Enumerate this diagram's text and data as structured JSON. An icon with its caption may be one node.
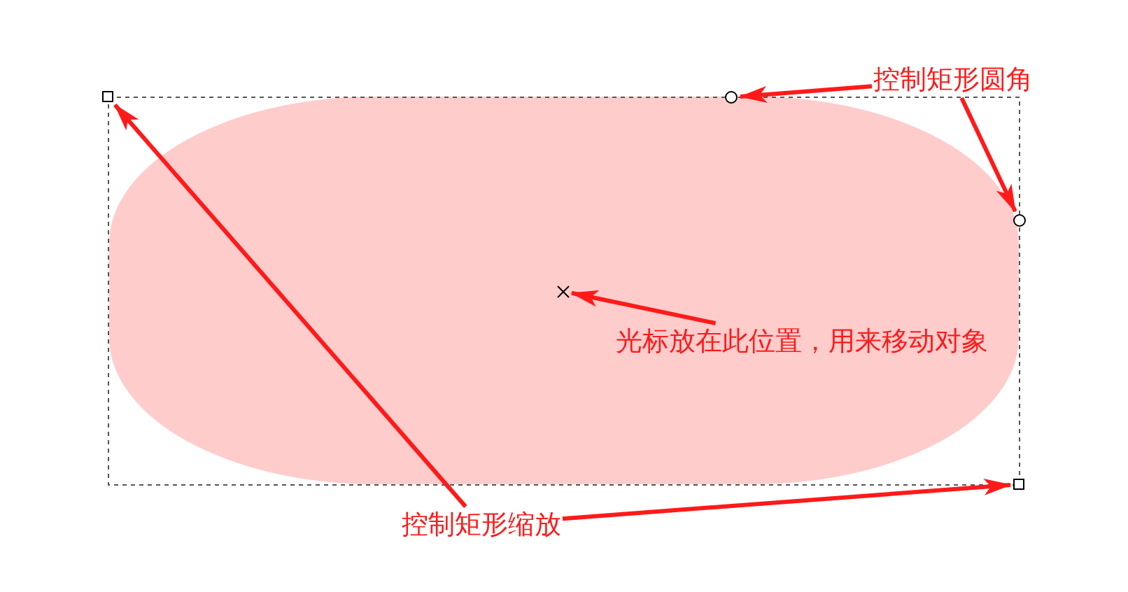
{
  "diagram": {
    "nodes": [
      {
        "text": [],
        "shape": "box"
      },
      {
        "text": [],
        "shape": "circle"
      },
      {
        "text": [
          "控制矩形圆角"
        ]
      },
      {
        "text": [],
        "shape": "circle"
      },
      {
        "text": [],
        "shape": "cross"
      },
      {
        "text": [
          "光标放在此位置，用来移动对象"
        ]
      },
      {
        "text": [],
        "shape": "box"
      },
      {
        "text": [
          "控制矩形缩放"
        ]
      }
    ],
    "edges": [
      {
        "from": 2,
        "to": 1,
        "arrow": "to"
      },
      {
        "from": 2,
        "to": 3,
        "arrow": "to"
      },
      {
        "from": 5,
        "to": 4,
        "arrow": "to"
      },
      {
        "from": 7,
        "to": 0,
        "arrow": "to"
      },
      {
        "from": 7,
        "to": 6,
        "arrow": "to"
      }
    ]
  }
}
